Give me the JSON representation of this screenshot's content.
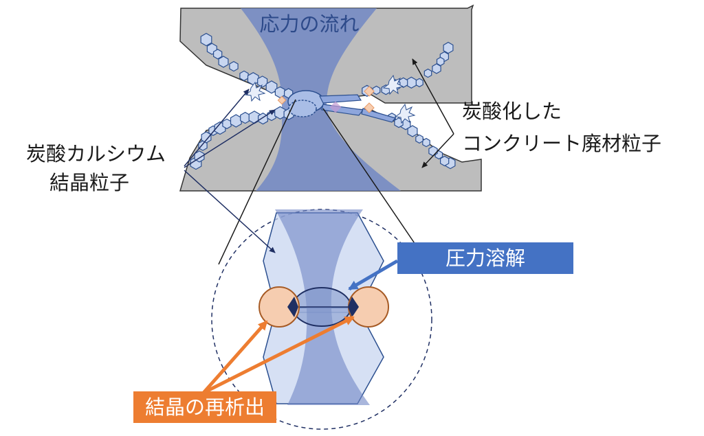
{
  "labels": {
    "stress_flow": "応力の流れ",
    "caco3_line1": "炭酸カルシウム",
    "caco3_line2": "結晶粒子",
    "concrete_line1": "炭酸化した",
    "concrete_line2": "コンクリート廃材粒子",
    "pressure_solution": "圧力溶解",
    "recrystallization": "結晶の再析出"
  },
  "colors": {
    "concrete_gray": "#bdbdbd",
    "stress_blue": "#7f95cb",
    "crystal_fill": "#c8d6f0",
    "crystal_stroke": "#2b4f8f",
    "box_blue": "#4472c4",
    "box_orange": "#ed7d31",
    "orange_fill": "#f6cdb0",
    "orange_stroke": "#a65a24",
    "arrow_navy": "#1f2f63"
  }
}
